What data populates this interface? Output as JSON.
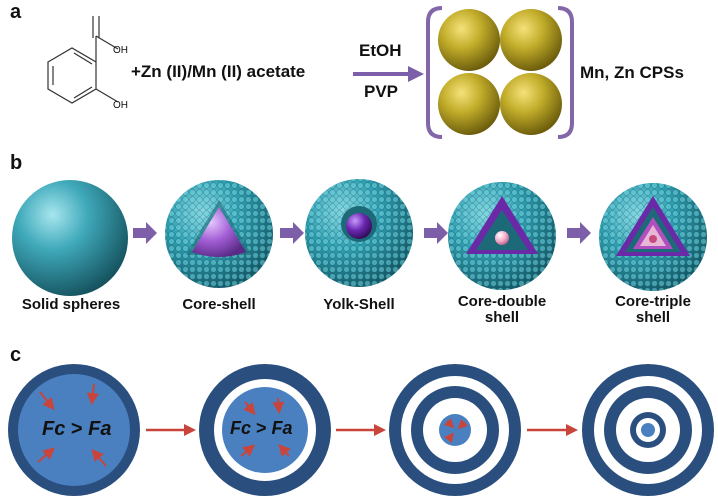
{
  "panels": {
    "a": {
      "label": "a",
      "molecule": {
        "oh_acid": "OH",
        "oh_phenol": "OH"
      },
      "reagent": "+Zn (II)/Mn (II) acetate",
      "arrow_above": "EtOH",
      "arrow_below": "PVP",
      "product": "Mn, Zn CPSs"
    },
    "b": {
      "label": "b",
      "stages": [
        "Solid spheres",
        "Core-shell",
        "Yolk-Shell",
        "Core-double shell",
        "Core-triple shell"
      ]
    },
    "c": {
      "label": "c",
      "formula1": {
        "left": "Fc",
        "op": " > ",
        "right": "Fa"
      },
      "formula2": {
        "left": "Fc",
        "op": " > ",
        "right": "Fa"
      }
    }
  },
  "colors": {
    "arrow_purple": "#7d5ea8",
    "bracket_purple": "#8266a8",
    "gold_sphere": "#b3a020",
    "teal_sphere": "#3aa7b8",
    "violet_core": "#a35fd6",
    "ring_navy": "#2a4f7f",
    "ring_blue": "#4a80c0",
    "red_arrow": "#c9453c"
  }
}
